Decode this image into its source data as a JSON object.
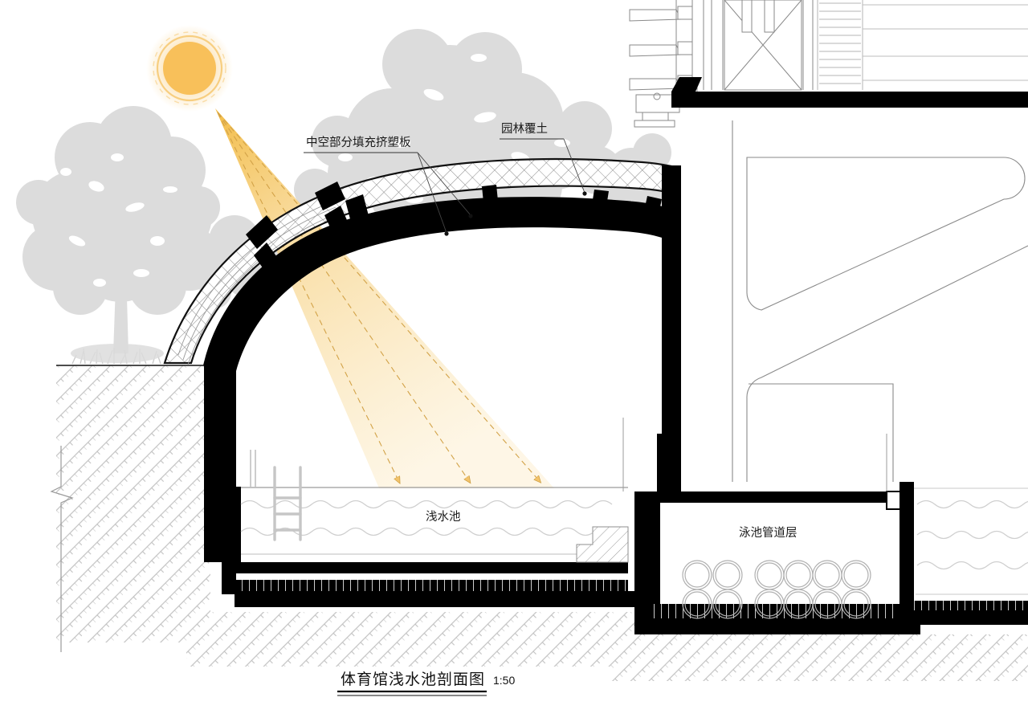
{
  "drawing": {
    "title": "体育馆浅水池剖面图",
    "scale": "1:50",
    "labels": {
      "insulation": "中空部分填充挤塑板",
      "garden_soil": "园林覆土",
      "shallow_pool": "浅水池",
      "pipe_layer": "泳池管道层"
    },
    "icons": {
      "sun": "sun-icon",
      "tree_large": "tree-icon",
      "tree_mid": "tree-icon",
      "shrub": "shrub-icon",
      "grass": "grass-icon",
      "ladder": "pool-ladder-icon",
      "break_line": "break-line-icon",
      "sun_ray": "sun-ray-arrow-icon",
      "pipe": "pipe-circle-icon"
    },
    "colors": {
      "sun_fill": "#F8C05A",
      "sun_ring": "#F7CE80",
      "ray_fill": "#F6D79A",
      "ray_line": "#D2A247",
      "ink": "#000000",
      "thin_line": "#6f6f6f",
      "vegetation": "#DCDCDC",
      "hatch": "#B9B9B9",
      "water": "#CFCFCF",
      "paper": "#FFFFFF"
    },
    "counts": {
      "sun_rays": 3,
      "pipes_top_row": 6,
      "pipes_bottom_row": 6,
      "pool_ladder_rungs": 3,
      "water_wave_rows_shallow": 2,
      "water_wave_rows_deep": 3
    }
  }
}
